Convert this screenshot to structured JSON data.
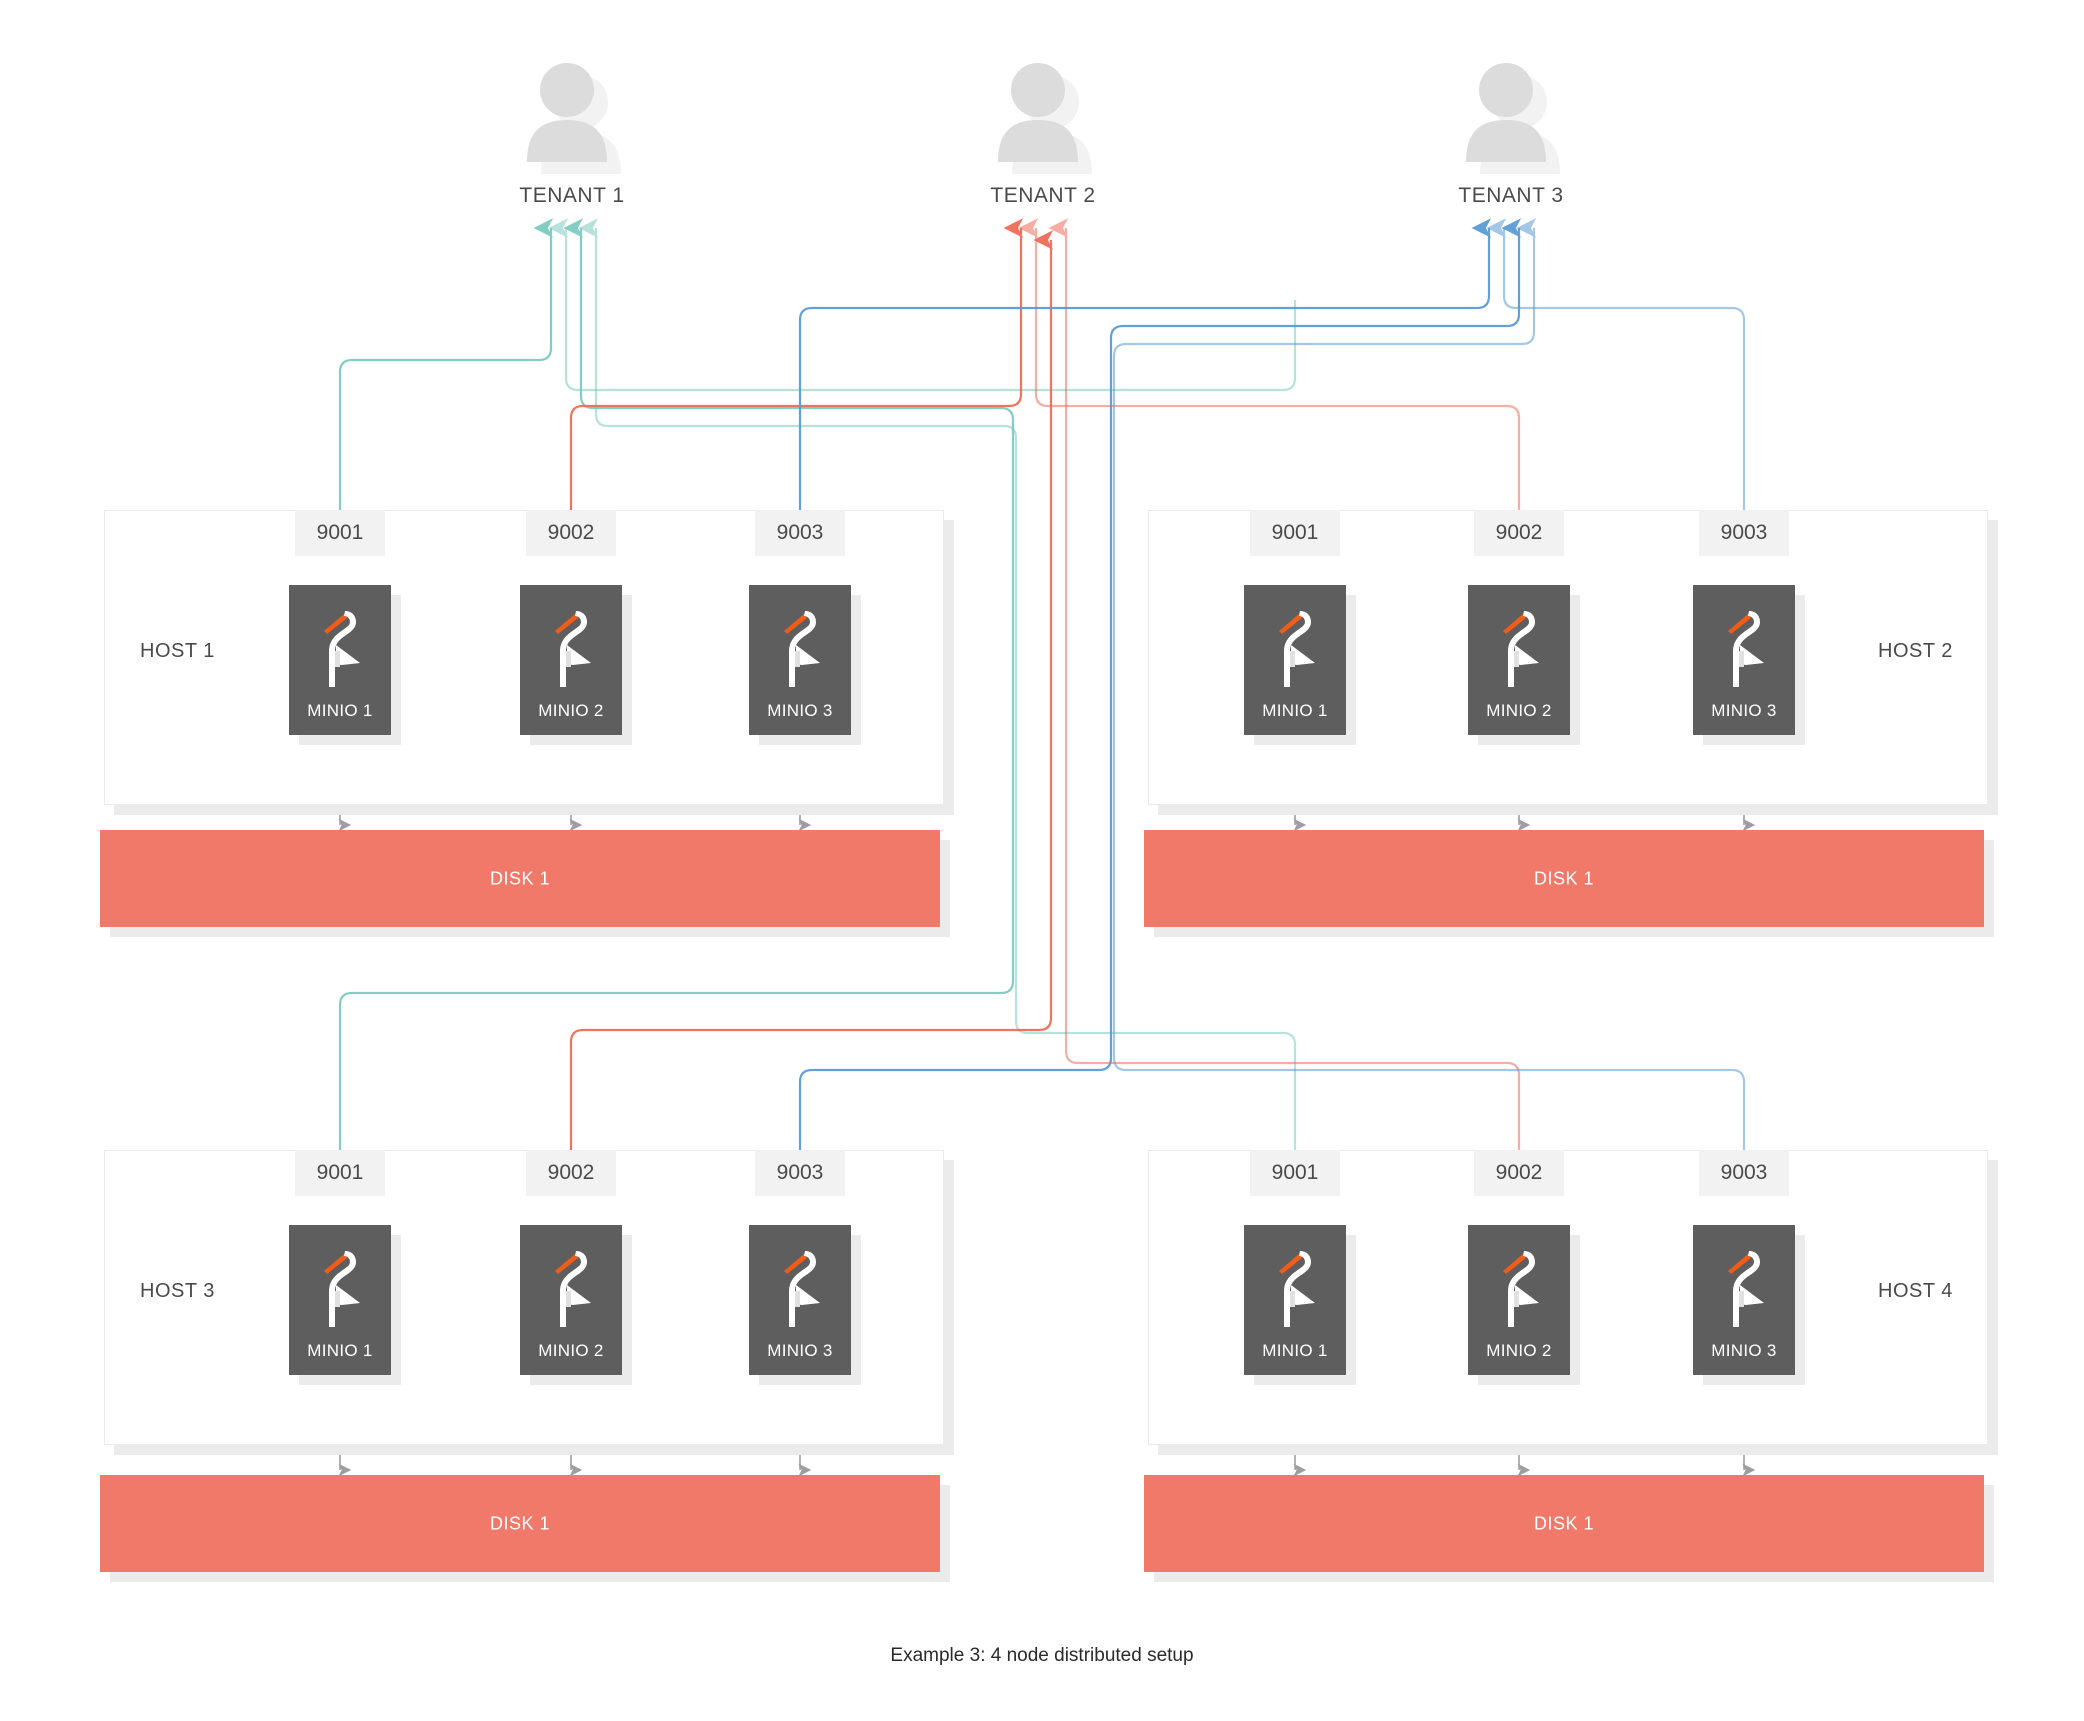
{
  "diagram": {
    "caption": "Example 3: 4 node distributed setup",
    "colors": {
      "tenant1": "#7ecbc0",
      "tenant2": "#ef6c57",
      "tenant3": "#5b9bd5",
      "disk": "#f0796a",
      "node": "#5e5e5e",
      "panel_border": "#ebebeb",
      "port_bg": "#f2f2f2",
      "avatar": "#dcdcdc",
      "avatar_shadow": "#f2f2f2",
      "logo_beak": "#f25c19",
      "logo_body": "#ffffff",
      "disk_link": "#9e9e9e",
      "text": "#4a4a4a"
    }
  },
  "tenants": [
    {
      "label": "TENANT 1",
      "icon": "user-avatar-icon",
      "color": "#7ecbc0"
    },
    {
      "label": "TENANT 2",
      "icon": "user-avatar-icon",
      "color": "#ef6c57"
    },
    {
      "label": "TENANT 3",
      "icon": "user-avatar-icon",
      "color": "#5b9bd5"
    }
  ],
  "hosts": [
    {
      "label": "HOST 1",
      "disk": {
        "label": "DISK 1"
      },
      "nodes": [
        {
          "port": "9001",
          "label": "MINIO 1",
          "tenant": "TENANT 1",
          "color": "#7ecbc0",
          "logo": "minio-flamingo-logo"
        },
        {
          "port": "9002",
          "label": "MINIO 2",
          "tenant": "TENANT 2",
          "color": "#ef6c57",
          "logo": "minio-flamingo-logo"
        },
        {
          "port": "9003",
          "label": "MINIO 3",
          "tenant": "TENANT 3",
          "color": "#5b9bd5",
          "logo": "minio-flamingo-logo"
        }
      ]
    },
    {
      "label": "HOST 2",
      "disk": {
        "label": "DISK 1"
      },
      "nodes": [
        {
          "port": "9001",
          "label": "MINIO 1",
          "tenant": "TENANT 1",
          "color": "#7ecbc0",
          "logo": "minio-flamingo-logo"
        },
        {
          "port": "9002",
          "label": "MINIO 2",
          "tenant": "TENANT 2",
          "color": "#ef6c57",
          "logo": "minio-flamingo-logo"
        },
        {
          "port": "9003",
          "label": "MINIO 3",
          "tenant": "TENANT 3",
          "color": "#5b9bd5",
          "logo": "minio-flamingo-logo"
        }
      ]
    },
    {
      "label": "HOST 3",
      "disk": {
        "label": "DISK 1"
      },
      "nodes": [
        {
          "port": "9001",
          "label": "MINIO 1",
          "tenant": "TENANT 1",
          "color": "#7ecbc0",
          "logo": "minio-flamingo-logo"
        },
        {
          "port": "9002",
          "label": "MINIO 2",
          "tenant": "TENANT 2",
          "color": "#ef6c57",
          "logo": "minio-flamingo-logo"
        },
        {
          "port": "9003",
          "label": "MINIO 3",
          "tenant": "TENANT 3",
          "color": "#5b9bd5",
          "logo": "minio-flamingo-logo"
        }
      ]
    },
    {
      "label": "HOST 4",
      "disk": {
        "label": "DISK 1"
      },
      "nodes": [
        {
          "port": "9001",
          "label": "MINIO 1",
          "tenant": "TENANT 1",
          "color": "#7ecbc0",
          "logo": "minio-flamingo-logo"
        },
        {
          "port": "9002",
          "label": "MINIO 2",
          "tenant": "TENANT 2",
          "color": "#ef6c57",
          "logo": "minio-flamingo-logo"
        },
        {
          "port": "9003",
          "label": "MINIO 3",
          "tenant": "TENANT 3",
          "color": "#5b9bd5",
          "logo": "minio-flamingo-logo"
        }
      ]
    }
  ]
}
